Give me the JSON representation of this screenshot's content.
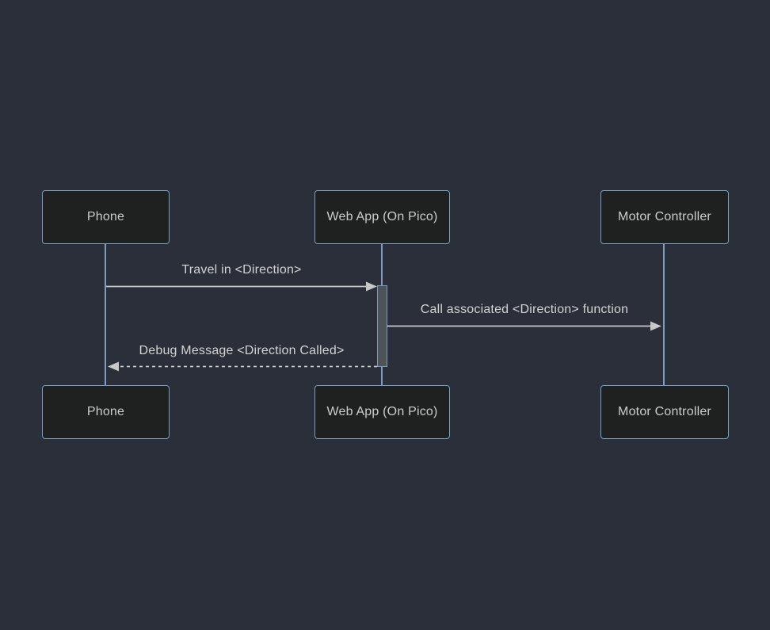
{
  "diagram": {
    "type": "sequence-diagram",
    "actors": [
      {
        "id": "phone",
        "label": "Phone"
      },
      {
        "id": "webapp",
        "label": "Web App (On Pico)"
      },
      {
        "id": "motor",
        "label": "Motor Controller"
      }
    ],
    "messages": [
      {
        "from": "phone",
        "to": "webapp",
        "text": "Travel in <Direction>",
        "line": "solid",
        "direction": "right"
      },
      {
        "from": "webapp",
        "to": "motor",
        "text": "Call associated <Direction> function",
        "line": "solid",
        "direction": "right"
      },
      {
        "from": "webapp",
        "to": "phone",
        "text": "Debug Message <Direction Called>",
        "line": "dashed",
        "direction": "left"
      }
    ],
    "activation": {
      "actor": "webapp"
    },
    "colors": {
      "background": "#2a2f3a",
      "actor_fill": "#1f2121",
      "actor_border": "#7d9cc2",
      "actor_text": "#cccccc",
      "lifeline": "#7d9cc2",
      "message_line": "#c8c8c8",
      "message_text": "#d3d3d3",
      "activation_fill": "#4e5358",
      "activation_border": "#7d9cc2"
    }
  }
}
